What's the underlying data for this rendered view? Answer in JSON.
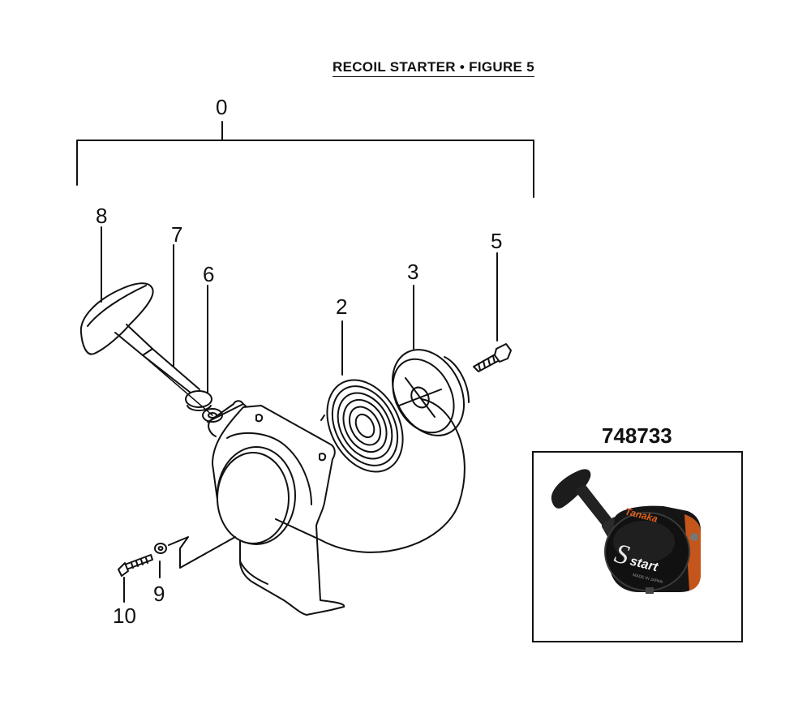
{
  "title": "RECOIL STARTER  •  FIGURE 5",
  "callouts": {
    "assembly": "0",
    "spring": "2",
    "reel": "3",
    "screw": "5",
    "rope_guide": "6",
    "rope": "7",
    "handle": "8",
    "washer": "9",
    "bolt": "10"
  },
  "kit": {
    "part_number": "748733",
    "brand": "Tanaka",
    "product_name": "start",
    "product_logo_letter": "S",
    "made_in": "MADE IN JAPAN"
  },
  "colors": {
    "line": "#111111",
    "brand_orange": "#e0601e",
    "starter_body": "#1a1a1a"
  }
}
